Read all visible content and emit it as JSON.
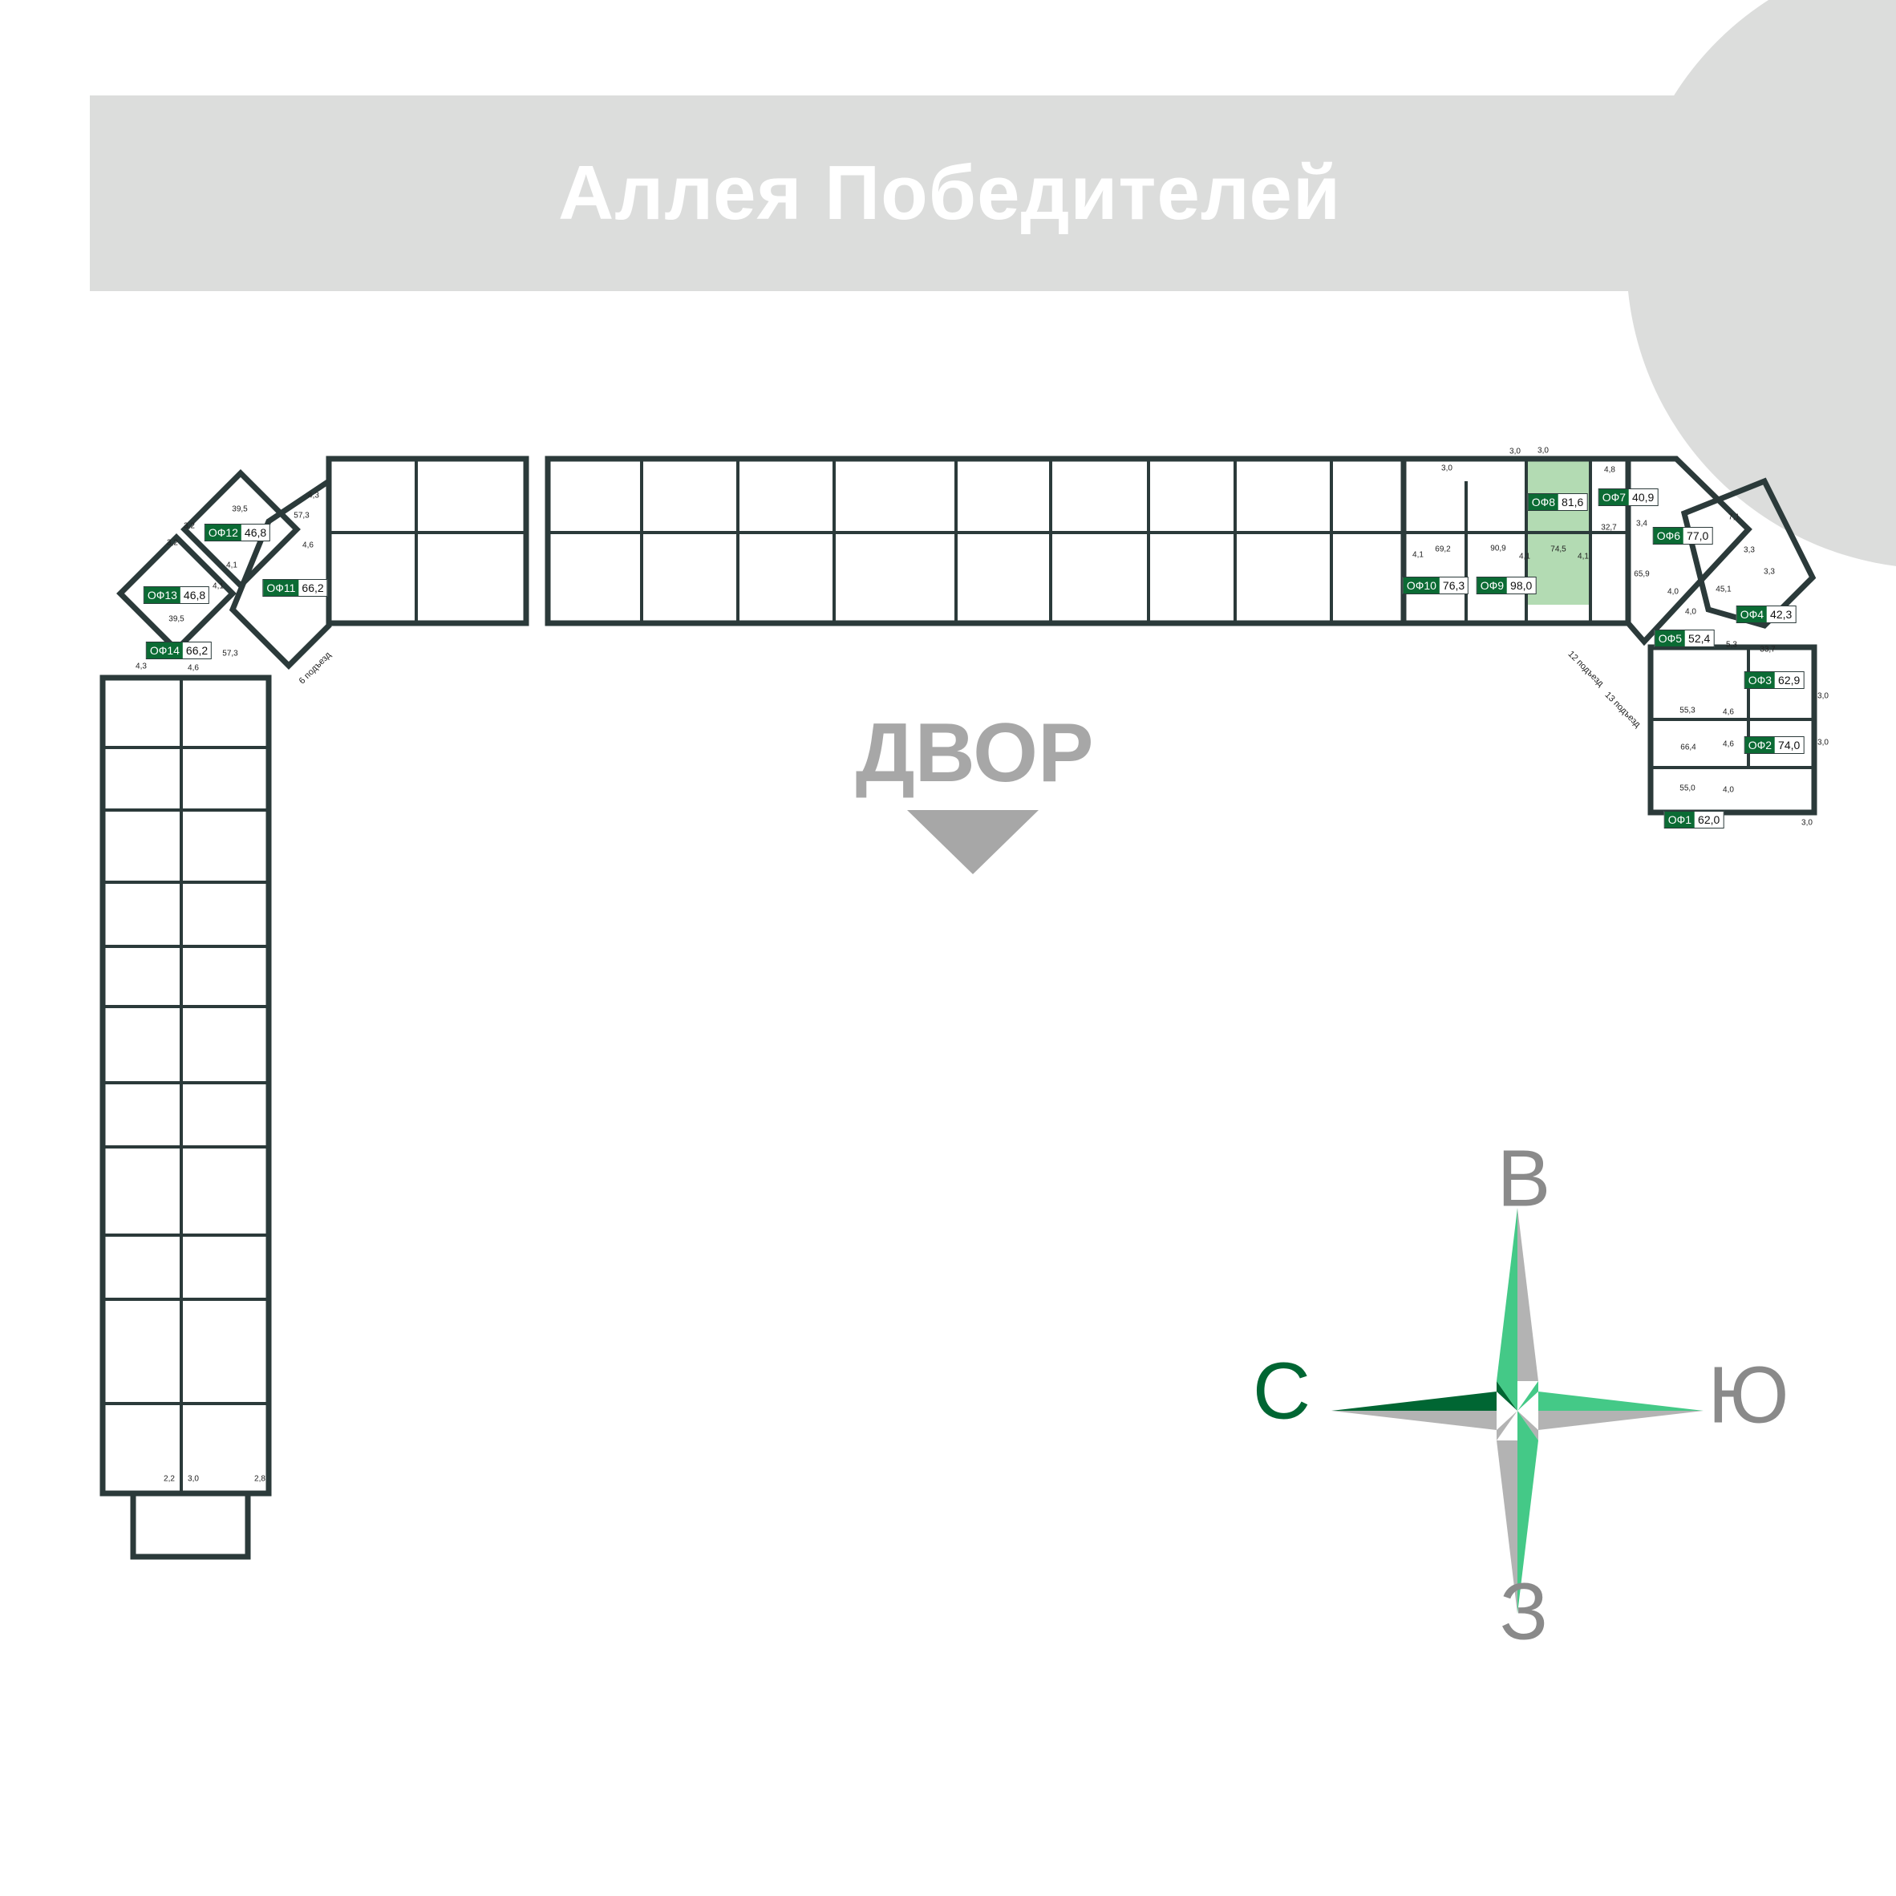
{
  "header": {
    "title": "Аллея Победителей"
  },
  "courtyard_label": "ДВОР",
  "highlighted_office": "ОФ8",
  "colors": {
    "wall": "#2b3a3a",
    "brand": "#0b6b34",
    "highlight": "#b3dbb3",
    "banner": "#dcdddc",
    "compass_light": "#44c987",
    "compass_grey": "#b3b3b3"
  },
  "offices": [
    {
      "id": "ОФ1",
      "area": "62,0"
    },
    {
      "id": "ОФ2",
      "area": "74,0"
    },
    {
      "id": "ОФ3",
      "area": "62,9"
    },
    {
      "id": "ОФ4",
      "area": "42,3"
    },
    {
      "id": "ОФ5",
      "area": "52,4"
    },
    {
      "id": "ОФ6",
      "area": "77,0"
    },
    {
      "id": "ОФ7",
      "area": "40,9"
    },
    {
      "id": "ОФ8",
      "area": "81,6"
    },
    {
      "id": "ОФ9",
      "area": "98,0"
    },
    {
      "id": "ОФ10",
      "area": "76,3"
    },
    {
      "id": "ОФ11",
      "area": "66,2"
    },
    {
      "id": "ОФ12",
      "area": "46,8"
    },
    {
      "id": "ОФ13",
      "area": "46,8"
    },
    {
      "id": "ОФ14",
      "area": "66,2"
    }
  ],
  "room_areas": [
    "3,0",
    "3,0",
    "3,0",
    "4,8",
    "32,7",
    "3,4",
    "7,1",
    "69,2",
    "4,1",
    "90,9",
    "4,1",
    "74,5",
    "4,1",
    "65,9",
    "3,3",
    "3,3",
    "45,1",
    "4,0",
    "4,0",
    "5,3",
    "33,7",
    "55,3",
    "4,6",
    "66,4",
    "4,6",
    "55,0",
    "4,0",
    "3,0",
    "3,0",
    "3,0",
    "39,5",
    "4,3",
    "57,3",
    "3,2",
    "3,2",
    "4,6",
    "4,1",
    "4,1",
    "39,5",
    "57,3",
    "4,3",
    "4,6",
    "2,2",
    "3,0",
    "2,8"
  ],
  "entrances": [
    "6 подъезд",
    "12 подъезд",
    "13 подъезд"
  ],
  "compass": {
    "north": "С",
    "east": "В",
    "south": "Ю",
    "west": "З"
  }
}
